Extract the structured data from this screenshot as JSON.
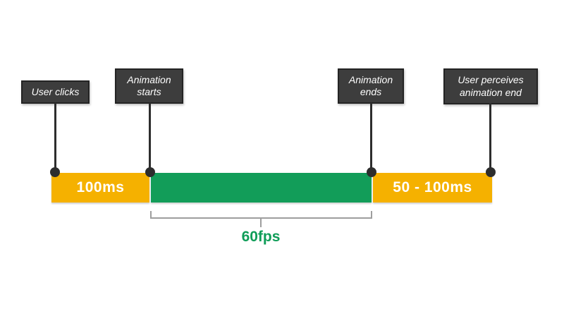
{
  "diagram": {
    "callouts": [
      {
        "label": "User clicks"
      },
      {
        "label": "Animation\nstarts"
      },
      {
        "label": "Animation\nends"
      },
      {
        "label": "User perceives\nanimation end"
      }
    ],
    "bar": {
      "segments": [
        {
          "label": "100ms",
          "color": "#f5b100"
        },
        {
          "label": "",
          "color": "#129d59"
        },
        {
          "label": "50 - 100ms",
          "color": "#f5b100"
        }
      ]
    },
    "bracket": {
      "label": "60fps",
      "color": "#9e9e9e",
      "label_color": "#0f9d58"
    },
    "colors": {
      "callout_bg": "#3d3d3d",
      "callout_border": "#242424",
      "callout_text": "#ffffff",
      "connector": "#2d2d2d",
      "background": "#ffffff"
    }
  }
}
